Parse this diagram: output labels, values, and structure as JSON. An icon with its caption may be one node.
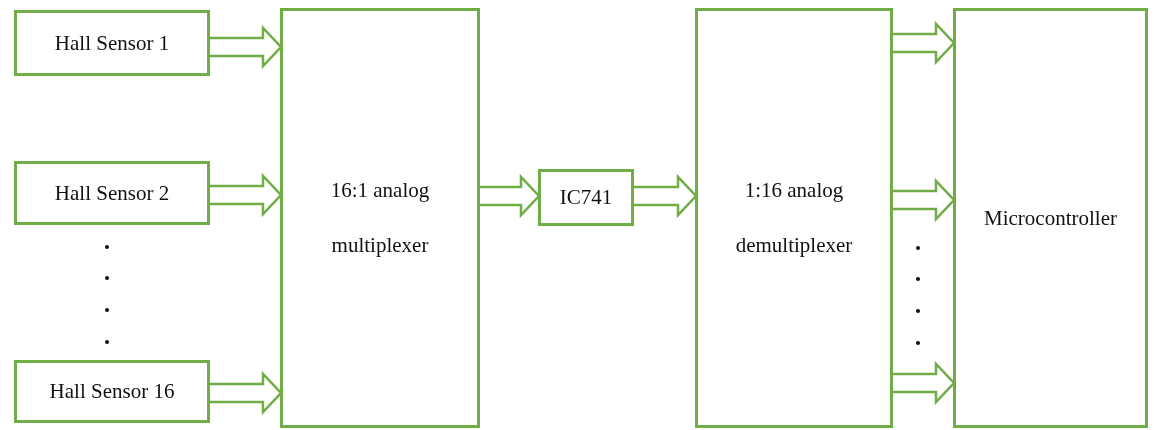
{
  "diagram": {
    "nodes": [
      {
        "text": [
          "Hall Sensor 1"
        ]
      },
      {
        "text": [
          "Hall Sensor 2"
        ]
      },
      {
        "text": [
          "Hall Sensor 16"
        ]
      },
      {
        "text": [
          "16:1 analog multiplexer"
        ]
      },
      {
        "text": [
          "IC741"
        ]
      },
      {
        "text": [
          "1:16 analog demultiplexer"
        ]
      },
      {
        "text": [
          "Microcontroller"
        ]
      }
    ],
    "edges": [
      {
        "from": 0,
        "to": 3,
        "arrow": "to"
      },
      {
        "from": 1,
        "to": 3,
        "arrow": "to"
      },
      {
        "from": 2,
        "to": 3,
        "arrow": "to"
      },
      {
        "from": 3,
        "to": 4,
        "arrow": "to"
      },
      {
        "from": 4,
        "to": 5,
        "arrow": "to"
      },
      {
        "from": 5,
        "to": 6,
        "arrow": "to"
      },
      {
        "from": 5,
        "to": 6,
        "arrow": "to"
      },
      {
        "from": 5,
        "to": 6,
        "arrow": "to"
      }
    ]
  }
}
